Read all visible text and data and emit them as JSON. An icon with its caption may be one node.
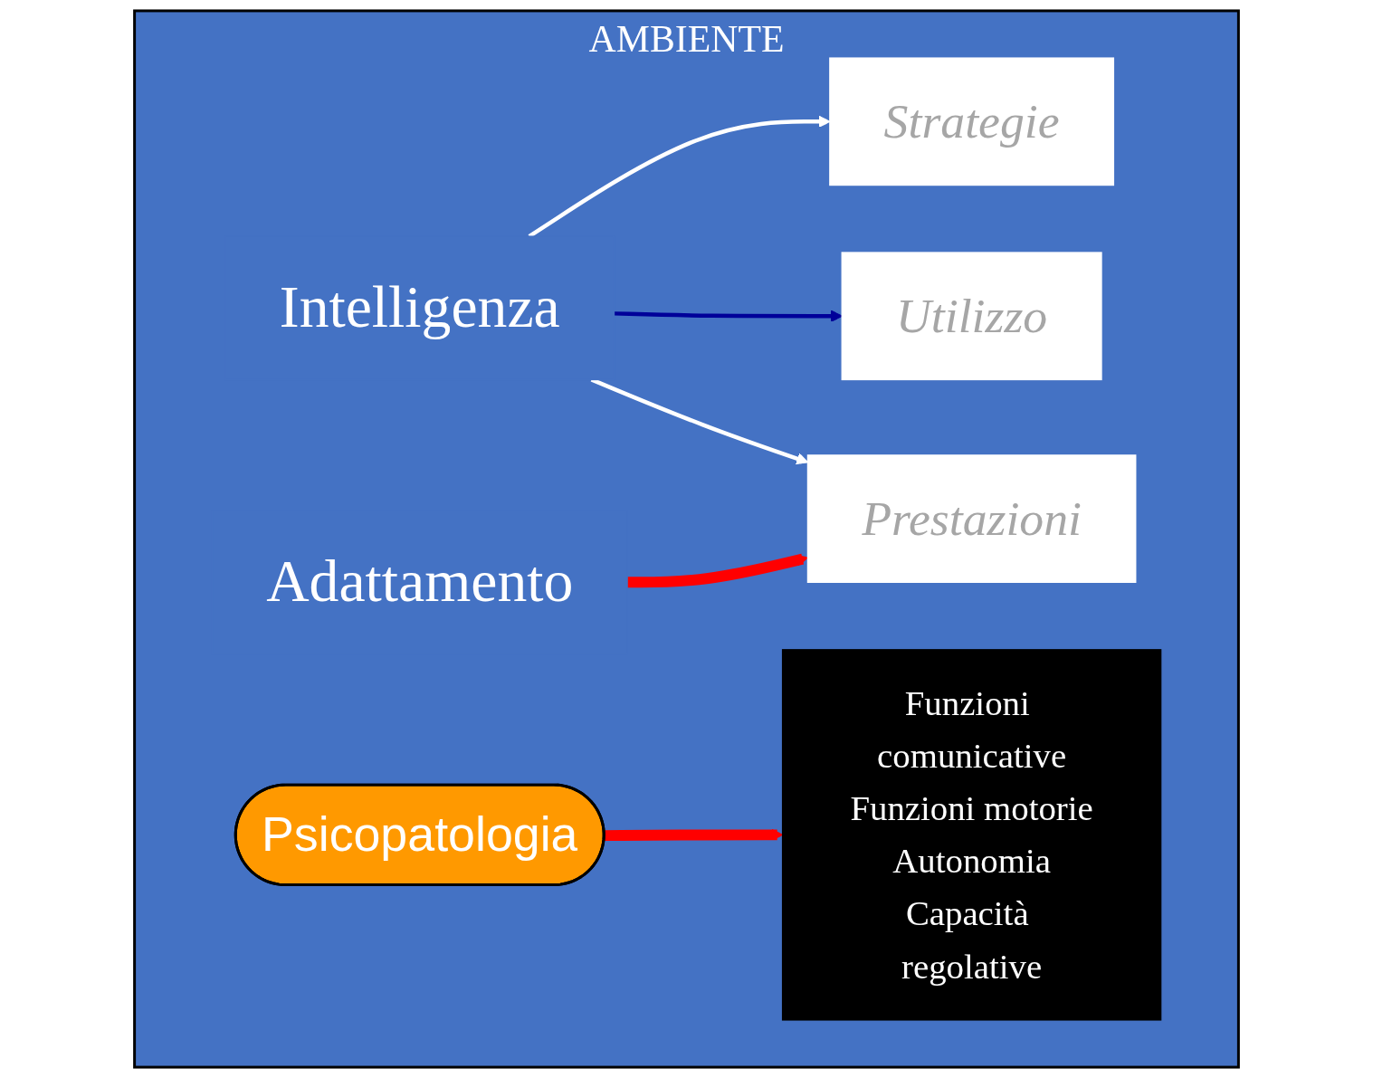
{
  "diagram": {
    "nodes": [
      {
        "text": [
          "AMBIENTE"
        ]
      },
      {
        "text": [
          "Intelligenza"
        ],
        "in": 0
      },
      {
        "text": [
          "Strategie"
        ],
        "in": 0
      },
      {
        "text": [
          "Utilizzo"
        ],
        "in": 0
      },
      {
        "text": [
          "Prestazioni"
        ],
        "in": 0
      },
      {
        "text": [
          "Adattamento"
        ],
        "in": 0
      },
      {
        "text": [
          "Funzioni comunicative",
          "Funzioni motorie",
          "Autonomia",
          "Capacità regolative"
        ],
        "in": 0
      },
      {
        "text": [
          "Psicopatologia"
        ],
        "in": 0
      }
    ],
    "edges": [
      {
        "from": 1,
        "to": 2,
        "arrow": "to"
      },
      {
        "from": 1,
        "to": 3,
        "arrow": "to",
        "color": "#000099"
      },
      {
        "from": 1,
        "to": 4,
        "arrow": "to"
      },
      {
        "from": 5,
        "to": 4,
        "arrow": "to",
        "style": "thick",
        "color": "#ff0000"
      },
      {
        "from": 7,
        "to": 6,
        "arrow": "to",
        "style": "thick",
        "color": "#ff0000"
      }
    ]
  }
}
